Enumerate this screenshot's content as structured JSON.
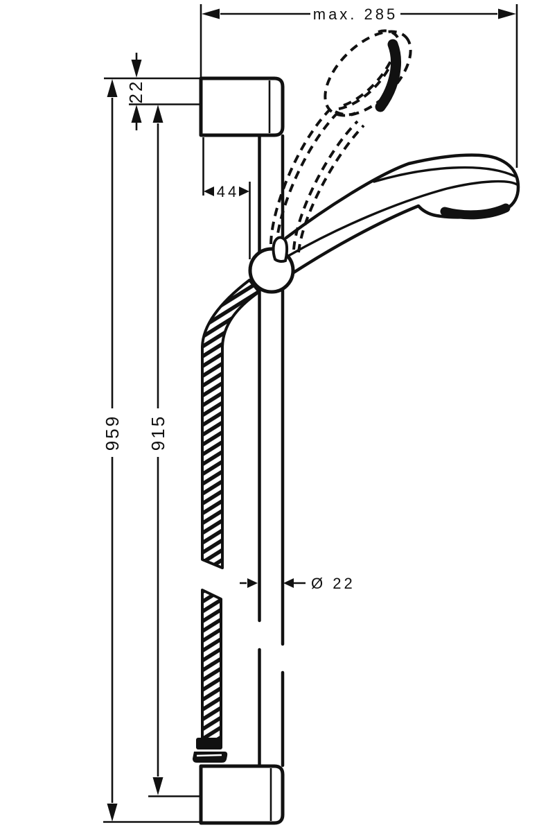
{
  "drawing": {
    "background_color": "#ffffff",
    "line_color": "#111111",
    "dims": {
      "max_width": "max. 285",
      "top_offset": "22",
      "wall_to_holder": "44",
      "overall_length": "959",
      "hole_spacing": "915",
      "bar_diameter": "Ø 22"
    }
  }
}
